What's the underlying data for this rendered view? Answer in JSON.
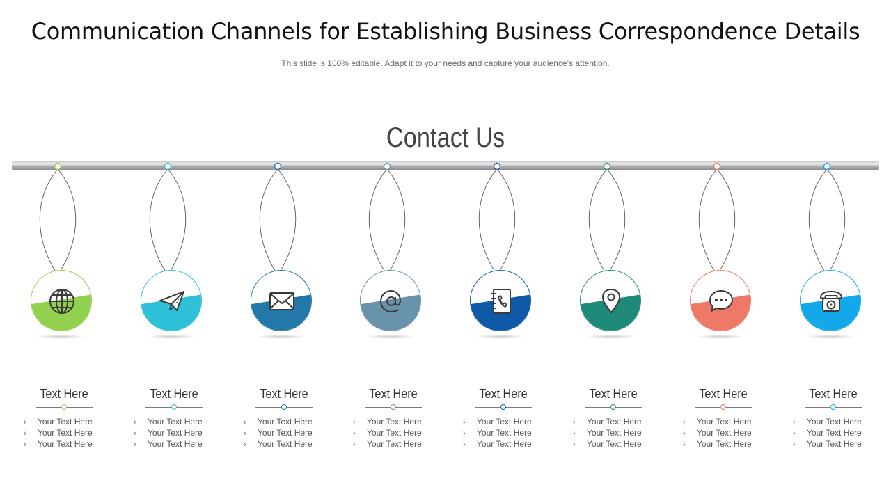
{
  "header": {
    "title": "Communication Channels for Establishing Business Correspondence Details",
    "subtitle": "This slide is 100% editable. Adapt it to your needs and capture your audience’s attention."
  },
  "diagram": {
    "heading": "Contact Us",
    "channels": [
      {
        "icon": "globe-icon",
        "color": "#92d050",
        "heading": "Text Here",
        "bullets": [
          "Your Text Here",
          "Your Text Here",
          "Your Text Here"
        ]
      },
      {
        "icon": "paper-plane-icon",
        "color": "#2ebfd9",
        "heading": "Text Here",
        "bullets": [
          "Your Text Here",
          "Your Text Here",
          "Your Text Here"
        ]
      },
      {
        "icon": "envelope-icon",
        "color": "#2278a8",
        "heading": "Text Here",
        "bullets": [
          "Your Text Here",
          "Your Text Here",
          "Your Text Here"
        ]
      },
      {
        "icon": "at-sign-icon",
        "color": "#6993ab",
        "heading": "Text Here",
        "bullets": [
          "Your Text Here",
          "Your Text Here",
          "Your Text Here"
        ]
      },
      {
        "icon": "phone-book-icon",
        "color": "#0e59a8",
        "heading": "Text Here",
        "bullets": [
          "Your Text Here",
          "Your Text Here",
          "Your Text Here"
        ]
      },
      {
        "icon": "location-pin-icon",
        "color": "#1f8a77",
        "heading": "Text Here",
        "bullets": [
          "Your Text Here",
          "Your Text Here",
          "Your Text Here"
        ]
      },
      {
        "icon": "chat-bubble-icon",
        "color": "#ef7967",
        "heading": "Text Here",
        "bullets": [
          "Your Text Here",
          "Your Text Here",
          "Your Text Here"
        ]
      },
      {
        "icon": "telephone-icon",
        "color": "#12a8ea",
        "heading": "Text Here",
        "bullets": [
          "Your Text Here",
          "Your Text Here",
          "Your Text Here"
        ]
      }
    ]
  }
}
